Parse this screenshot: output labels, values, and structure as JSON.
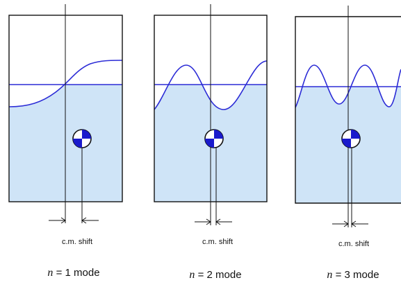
{
  "colors": {
    "water": "#cfe4f7",
    "wave": "#2b2bd6",
    "frame": "#111111",
    "cm_blue": "#1a1acc"
  },
  "cm_icon": "center-of-mass-symbol",
  "panels": [
    {
      "n": "n",
      "mode": "= 1 mode",
      "shift": "c.m. shift"
    },
    {
      "n": "n",
      "mode": "= 2 mode",
      "shift": "c.m. shift"
    },
    {
      "n": "n",
      "mode": "= 3 mode",
      "shift": "c.m. shift"
    }
  ]
}
